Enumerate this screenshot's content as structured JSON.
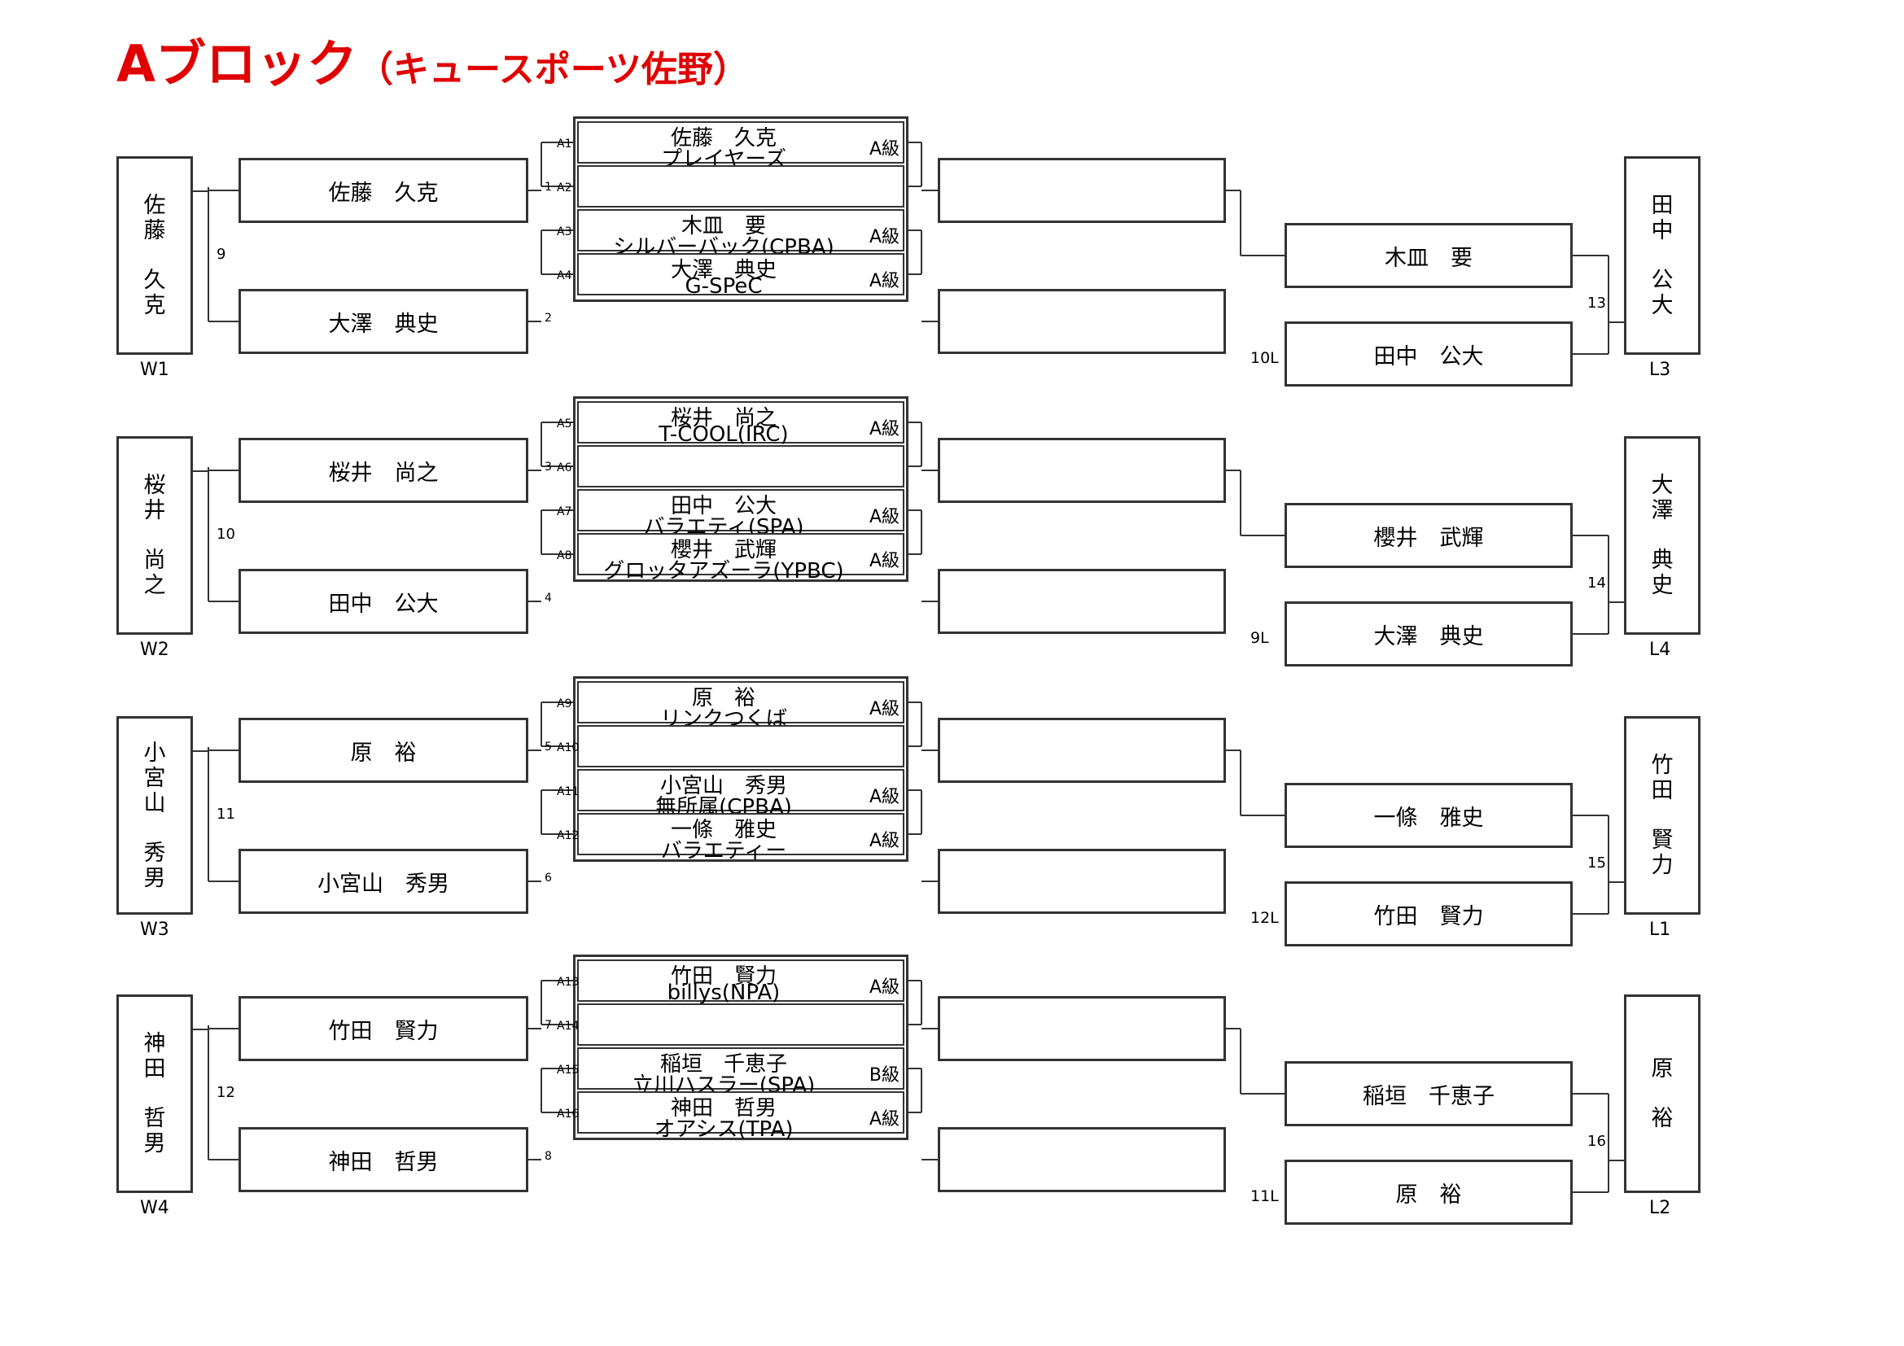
{
  "title": {
    "main": "Aブロック",
    "sub": "（キュースポーツ佐野）"
  },
  "blocks": [
    {
      "winner_name": "佐藤 久克",
      "winner_chars": [
        "佐",
        "藤",
        "",
        "久",
        "克"
      ],
      "winner_label": "W1",
      "upper_player": "佐藤　久克",
      "lower_player": "大澤　典史",
      "final_no": "9",
      "upper_match_no": "1",
      "lower_match_no": "2",
      "slots": [
        {
          "code": "A1",
          "name": "佐藤　久克",
          "team": "プレイヤーズ",
          "grade": "A級"
        },
        {
          "code": "A2",
          "name": "",
          "team": "",
          "grade": ""
        },
        {
          "code": "A3",
          "name": "木皿　要",
          "team": "シルバーバック(CPBA)",
          "grade": "A級"
        },
        {
          "code": "A4",
          "name": "大澤　典史",
          "team": "G-SPeC",
          "grade": "A級"
        }
      ],
      "loser_top": "木皿　要",
      "loser_bottom": "田中　公大",
      "loser_bottom_from": "10L",
      "loser_match_no": "13",
      "loser_winner_name": "田中 公大",
      "loser_winner_chars": [
        "田",
        "中",
        "",
        "公",
        "大"
      ],
      "loser_label": "L3"
    },
    {
      "winner_name": "桜井 尚之",
      "winner_chars": [
        "桜",
        "井",
        "",
        "尚",
        "之"
      ],
      "winner_label": "W2",
      "upper_player": "桜井　尚之",
      "lower_player": "田中　公大",
      "final_no": "10",
      "upper_match_no": "3",
      "lower_match_no": "4",
      "slots": [
        {
          "code": "A5",
          "name": "桜井　尚之",
          "team": "T-COOL(IRC)",
          "grade": "A級"
        },
        {
          "code": "A6",
          "name": "",
          "team": "",
          "grade": ""
        },
        {
          "code": "A7",
          "name": "田中　公大",
          "team": "バラエティ(SPA)",
          "grade": "A級"
        },
        {
          "code": "A8",
          "name": "櫻井　武輝",
          "team": "グロッタアズーラ(YPBC)",
          "grade": "A級"
        }
      ],
      "loser_top": "櫻井　武輝",
      "loser_bottom": "大澤　典史",
      "loser_bottom_from": "9L",
      "loser_match_no": "14",
      "loser_winner_name": "大澤 典史",
      "loser_winner_chars": [
        "大",
        "澤",
        "",
        "典",
        "史"
      ],
      "loser_label": "L4"
    },
    {
      "winner_name": "小宮山 秀男",
      "winner_chars": [
        "小",
        "宮",
        "山",
        "",
        "秀",
        "男"
      ],
      "winner_label": "W3",
      "upper_player": "原　裕",
      "lower_player": "小宮山　秀男",
      "final_no": "11",
      "upper_match_no": "5",
      "lower_match_no": "6",
      "slots": [
        {
          "code": "A9",
          "name": "原　裕",
          "team": "リンクつくば",
          "grade": "A級"
        },
        {
          "code": "A10",
          "name": "",
          "team": "",
          "grade": ""
        },
        {
          "code": "A11",
          "name": "小宮山　秀男",
          "team": "無所属(CPBA)",
          "grade": "A級"
        },
        {
          "code": "A12",
          "name": "一條　雅史",
          "team": "バラエティー",
          "grade": "A級"
        }
      ],
      "loser_top": "一條　雅史",
      "loser_bottom": "竹田　賢力",
      "loser_bottom_from": "12L",
      "loser_match_no": "15",
      "loser_winner_name": "竹田 賢力",
      "loser_winner_chars": [
        "竹",
        "田",
        "",
        "賢",
        "力"
      ],
      "loser_label": "L1"
    },
    {
      "winner_name": "神田 哲男",
      "winner_chars": [
        "神",
        "田",
        "",
        "哲",
        "男"
      ],
      "winner_label": "W4",
      "upper_player": "竹田　賢力",
      "lower_player": "神田　哲男",
      "final_no": "12",
      "upper_match_no": "7",
      "lower_match_no": "8",
      "slots": [
        {
          "code": "A13",
          "name": "竹田　賢力",
          "team": "billys(NPA)",
          "grade": "A級"
        },
        {
          "code": "A14",
          "name": "",
          "team": "",
          "grade": ""
        },
        {
          "code": "A15",
          "name": "稲垣　千恵子",
          "team": "立川ハスラー(SPA)",
          "grade": "B級"
        },
        {
          "code": "A16",
          "name": "神田　哲男",
          "team": "オアシス(TPA)",
          "grade": "A級"
        }
      ],
      "loser_top": "稲垣　千恵子",
      "loser_bottom": "原　裕",
      "loser_bottom_from": "11L",
      "loser_match_no": "16",
      "loser_winner_name": "原 裕",
      "loser_winner_chars": [
        "原",
        "",
        "裕"
      ],
      "loser_label": "L2"
    }
  ]
}
